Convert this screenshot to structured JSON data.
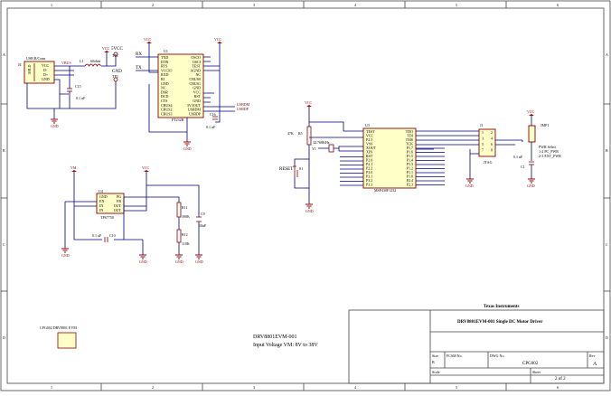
{
  "sheet": {
    "col_labels": [
      "1",
      "2",
      "3",
      "4",
      "5",
      "6"
    ],
    "row_labels": [
      "A",
      "B",
      "C",
      "D"
    ]
  },
  "usb": {
    "ref": "J4",
    "name": "USB B/Conn",
    "pins": [
      "VCC",
      "D-",
      "D+",
      "GND"
    ],
    "ferrite_ref": "L1",
    "ferrite_val": "60ohm",
    "net_vusb": "VBUS",
    "cap_ref": "C15",
    "cap_val": "0.1 uF",
    "tp1_ref": "TP1",
    "tp1_net": "5VCC",
    "tp2_ref": "TP2",
    "tp2_net": "GND"
  },
  "ftdi": {
    "ref": "U1",
    "name": "FT232R",
    "pins_left": [
      "TXD",
      "DTR",
      "RTS",
      "VCCIO",
      "RXD",
      "RI",
      "GND",
      "NC",
      "DSR",
      "DCD",
      "CTS",
      "CBUS4",
      "CBUS2",
      "CBUS3"
    ],
    "pins_right": [
      "OSCO",
      "OSCI",
      "TEST",
      "AGND",
      "NC",
      "CBUS0",
      "CBUS1",
      "GND",
      "VCC",
      "RST",
      "GND",
      "3V3OUT",
      "USBDM",
      "USBDP"
    ],
    "net_rx": "RX",
    "net_tx": "TX",
    "cap_ref": "C16",
    "cap_val": "0.1 uF",
    "net_usbdm": "USBDM",
    "net_usbdp": "USBDP"
  },
  "mcu": {
    "ref": "U3",
    "name": "MSP430F1232",
    "pins_left": [
      "TEST",
      "VCC",
      "P2.5",
      "VSS",
      "XOUT",
      "XIN",
      "RST",
      "P2.0",
      "P2.1",
      "P2.2",
      "P3.0",
      "P3.1",
      "P3.2",
      "P3.3"
    ],
    "pins_right": [
      "TDO",
      "TDI",
      "TMS",
      "TCK",
      "P1.7",
      "P1.6",
      "P1.5",
      "P1.4",
      "P1.3",
      "P1.2",
      "P1.1",
      "P1.0",
      "P2.4",
      "P2.3"
    ],
    "resistor_ref": "R5",
    "resistor_val": "47K",
    "crystal_ref": "Y1",
    "crystal_val": "32.768KHz",
    "reset_ref": "S1",
    "reset_label": "RESET"
  },
  "jtag": {
    "ref": "J1",
    "name": "JTAG",
    "pins": [
      "1",
      "2",
      "3",
      "4",
      "5",
      "6",
      "7",
      "8"
    ]
  },
  "power_select": {
    "ref": "JMP1",
    "name": "PWR Select",
    "opt1": "1-2 PC_PWR",
    "opt2": "2-3 EXT_PWR",
    "cap_ref": "C1",
    "cap_val": "0.1 uF"
  },
  "regulator": {
    "ref": "U4",
    "name": "TPS7750",
    "pins_left": [
      "GND",
      "EN",
      "IN",
      "IN"
    ],
    "pins_right": [
      "PG",
      "FB",
      "OUT",
      "OUT"
    ],
    "r1_ref": "R11",
    "r1_val": "390K",
    "r2_ref": "R12",
    "r2_val": "110K",
    "cap_out_ref": "C9",
    "cap_out_val": "10uF",
    "cap_in_ref": "C10",
    "cap_in_val": "0.1 uF",
    "net_in": "VM",
    "net_out": "VCC"
  },
  "ground_label": "GND",
  "vcc_label": "VCC",
  "pcb_ref": "CPG002 DRV8801 EVM",
  "notes": {
    "line1": "DRV8801EVM-001",
    "line2": "Input Voltage VM: 8V to 38V"
  },
  "title_block": {
    "company": "Texas Instruments",
    "title": "DRV8801EVM-001 Single DC Motor Driver",
    "size_label": "Size",
    "size_value": "B",
    "fcsm_label": "FCSM No.",
    "dwg_label": "DWG No.",
    "dwg_value": "CPG002",
    "rev_label": "Rev",
    "rev_value": "A",
    "scale_label": "Scale",
    "sheet_label": "Sheet",
    "sheet_value": "2 of 2"
  }
}
